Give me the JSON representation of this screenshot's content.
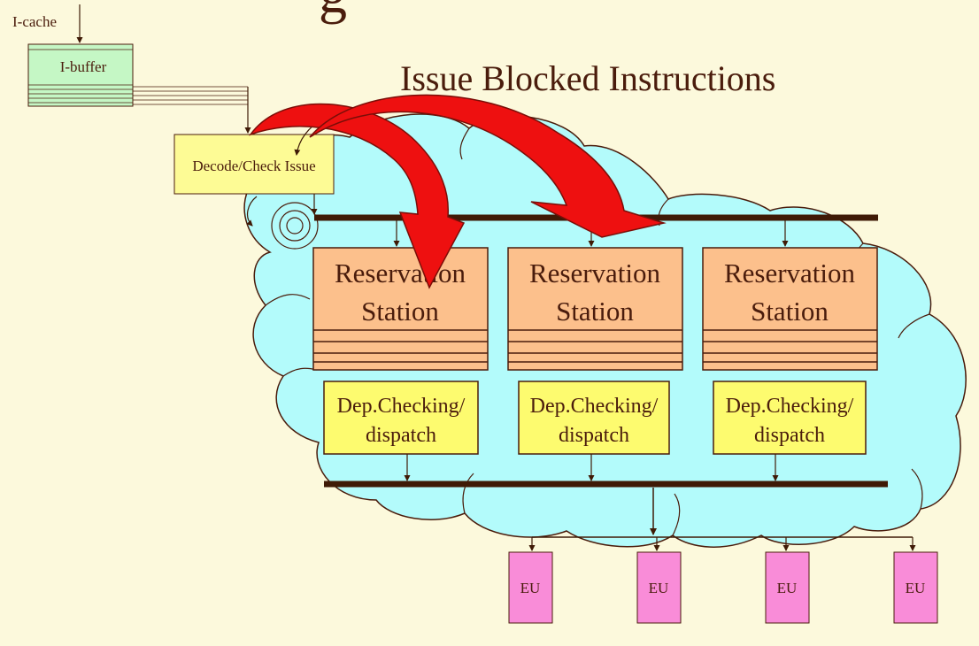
{
  "slide": {
    "title_fragment": "g",
    "title": "Issue Blocked Instructions"
  },
  "pipeline": {
    "icache_label": "I-cache",
    "ibuffer_label": "I-buffer",
    "decode_label": "Decode/Check Issue"
  },
  "reservation_stations": [
    {
      "line1": "Reservation",
      "line2": "Station"
    },
    {
      "line1": "Reservation",
      "line2": "Station"
    },
    {
      "line1": "Reservation",
      "line2": "Station"
    }
  ],
  "dispatch_units": [
    {
      "line1": "Dep.Checking/",
      "line2": "dispatch"
    },
    {
      "line1": "Dep.Checking/",
      "line2": "dispatch"
    },
    {
      "line1": "Dep.Checking/",
      "line2": "dispatch"
    }
  ],
  "execution_units": [
    "EU",
    "EU",
    "EU",
    "EU"
  ],
  "colors": {
    "background": "#fcf9dc",
    "text": "#4a1c0c",
    "cloud": "#b3fbfb",
    "bus": "#3f1a06",
    "ibuffer": "#c5f7c5",
    "decode": "#fdfb95",
    "reservation_station": "#fcc08c",
    "dispatch": "#fdfb6f",
    "eu": "#f98cd8",
    "arrow": "#ee1010"
  }
}
